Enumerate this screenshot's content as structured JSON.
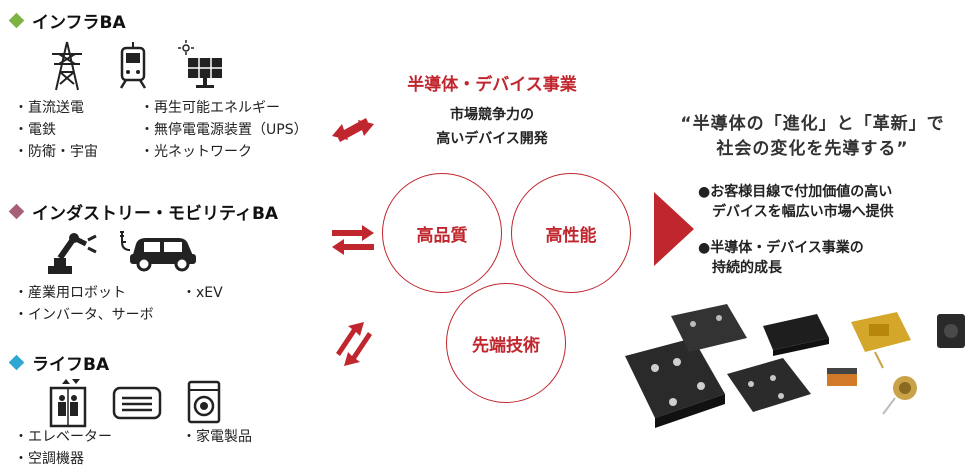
{
  "colors": {
    "accent_red": "#c0262d",
    "infra_diamond": "#7cb342",
    "industry_diamond": "#a8607a",
    "life_diamond": "#2fa7d0",
    "icon_dark": "#222222"
  },
  "infra": {
    "title": "インフラBA",
    "icons": [
      "power-tower-icon",
      "train-icon",
      "solar-panel-icon"
    ],
    "col1": [
      "・直流送電",
      "・電鉄",
      "・防衛・宇宙"
    ],
    "col2": [
      "・再生可能エネルギー",
      "・無停電電源装置（UPS）",
      "・光ネットワーク"
    ]
  },
  "industry": {
    "title": "インダストリー・モビリティBA",
    "icons": [
      "robot-arm-icon",
      "electric-car-icon"
    ],
    "col1": [
      "・産業用ロボット",
      "・インバータ、サーボ"
    ],
    "col2": [
      "・xEV"
    ]
  },
  "life": {
    "title": "ライフBA",
    "icons": [
      "elevator-icon",
      "air-conditioner-icon",
      "washing-machine-icon"
    ],
    "col1": [
      "・エレベーター",
      "・空調機器"
    ],
    "col2": [
      "・家電製品"
    ]
  },
  "center": {
    "title": "半導体・デバイス事業",
    "subtitle_line1": "市場競争力の",
    "subtitle_line2": "高いデバイス開発",
    "circle1": "高品質",
    "circle2": "高性能",
    "circle3": "先端技術"
  },
  "right": {
    "quote_line1": "“半導体の「進化」と「革新」で",
    "quote_line2": "社会の変化を先導する”",
    "point1_line1": "●お客様目線で付加価値の高い",
    "point1_line2": "デバイスを幅広い市場へ提供",
    "point2_line1": "●半導体・デバイス事業の",
    "point2_line2": "持続的成長"
  }
}
